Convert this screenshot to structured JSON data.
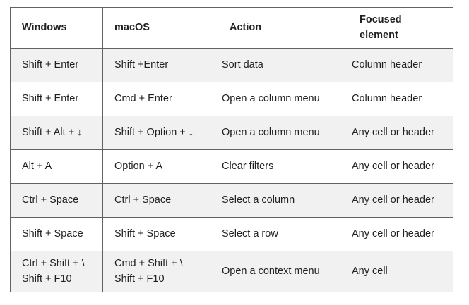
{
  "colors": {
    "row_alt_background": "#f1f1f1",
    "border": "#5f6368",
    "text": "#202124"
  },
  "table": {
    "headers": [
      "Windows",
      "macOS",
      "Action",
      "Focused element"
    ],
    "rows": [
      [
        "Shift + Enter",
        "Shift +Enter",
        "Sort data",
        "Column header"
      ],
      [
        "Shift + Enter",
        "Cmd + Enter",
        "Open a column menu",
        "Column header"
      ],
      [
        "Shift + Alt + ↓",
        "Shift + Option + ↓",
        "Open a column menu",
        "Any cell or header"
      ],
      [
        "Alt + A",
        "Option + A",
        "Clear filters",
        "Any cell or header"
      ],
      [
        "Ctrl + Space",
        "Ctrl + Space",
        "Select a column",
        "Any cell or header"
      ],
      [
        "Shift + Space",
        "Shift + Space",
        "Select a row",
        "Any cell or header"
      ],
      [
        "Ctrl + Shift + \\\nShift + F10",
        "Cmd + Shift + \\\nShift + F10",
        "Open a context menu",
        "Any cell"
      ]
    ]
  }
}
